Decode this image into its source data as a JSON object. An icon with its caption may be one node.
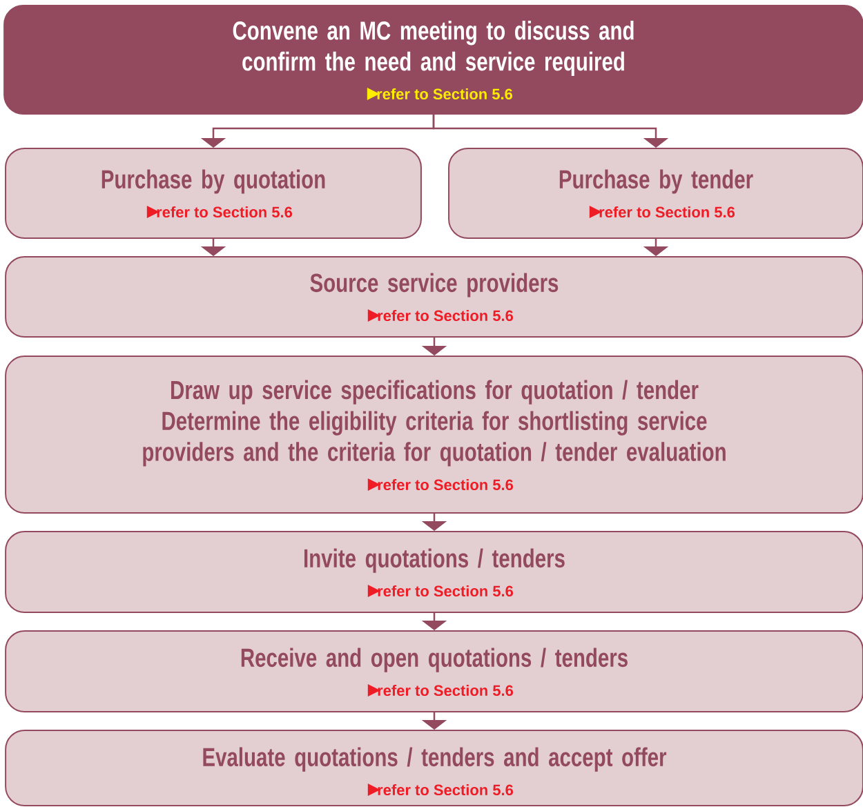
{
  "diagram": {
    "nodes": [
      {
        "text": [
          "Convene an MC meeting to discuss and confirm the need and service required",
          "refer to Section 5.6"
        ]
      },
      {
        "text": [
          "Purchase by quotation",
          "refer to Section 5.6"
        ]
      },
      {
        "text": [
          "Purchase by tender",
          "refer to Section 5.6"
        ]
      },
      {
        "text": [
          "Source service providers",
          "refer to Section 5.6"
        ]
      },
      {
        "text": [
          "Draw up service specifications for quotation / tender Determine the eligibility criteria for shortlisting service providers and the criteria for quotation / tender evaluation",
          "refer to Section 5.6"
        ]
      },
      {
        "text": [
          "Invite quotations / tenders",
          "refer to Section 5.6"
        ]
      },
      {
        "text": [
          "Receive and open quotations / tenders",
          "refer to Section 5.6"
        ]
      },
      {
        "text": [
          "Evaluate quotations / tenders and accept offer",
          "refer to Section 5.6"
        ]
      }
    ],
    "edges": [
      {
        "from": 0,
        "to": 1,
        "arrow": "to"
      },
      {
        "from": 0,
        "to": 2,
        "arrow": "to"
      },
      {
        "from": 1,
        "to": 3,
        "arrow": "to"
      },
      {
        "from": 2,
        "to": 3,
        "arrow": "to"
      },
      {
        "from": 3,
        "to": 4,
        "arrow": "to"
      },
      {
        "from": 4,
        "to": 5,
        "arrow": "to"
      },
      {
        "from": 5,
        "to": 6,
        "arrow": "to"
      },
      {
        "from": 6,
        "to": 7,
        "arrow": "to"
      }
    ]
  }
}
